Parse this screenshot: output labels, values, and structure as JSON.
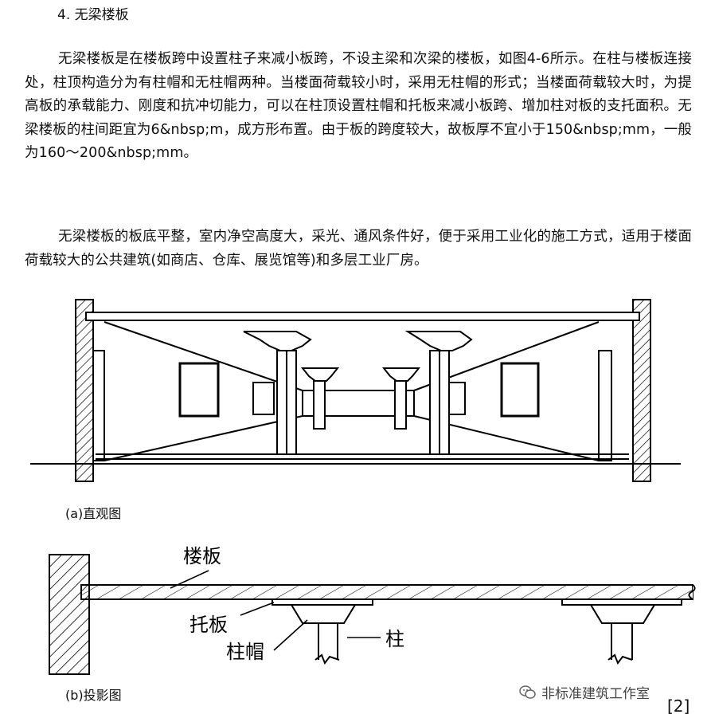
{
  "heading": "4. 无梁楼板",
  "paragraphs": [
    "无梁楼板是在楼板跨中设置柱子来减小板跨，不设主梁和次梁的楼板，如图4-6所示。在柱与楼板连接处，柱顶构造分为有柱帽和无柱帽两种。当楼面荷载较小时，采用无柱帽的形式；当楼面荷载较大时，为提高板的承载能力、刚度和抗冲切能力，可以在柱顶设置柱帽和托板来减小板跨、增加柱对板的支托面积。无梁楼板的柱间距宜为6&nbsp;m，成方形布置。由于板的跨度较大，故板厚不宜小于150&nbsp;mm，一般为160～200&nbsp;mm。",
    "无梁楼板的板底平整，室内净空高度大，采光、通风条件好，便于采用工业化的施工方式，适用于楼面荷载较大的公共建筑(如商店、仓库、展览馆等)和多层工业厂房。"
  ],
  "figure_a": {
    "caption": "(a)直观图"
  },
  "figure_b": {
    "caption": "(b)投影图",
    "labels": {
      "slab": "楼板",
      "drop_panel": "托板",
      "column": "柱",
      "capital": "柱帽"
    }
  },
  "watermark": {
    "icon": "wechat-icon",
    "text": "非标准建筑工作室"
  },
  "reference": "[2]"
}
